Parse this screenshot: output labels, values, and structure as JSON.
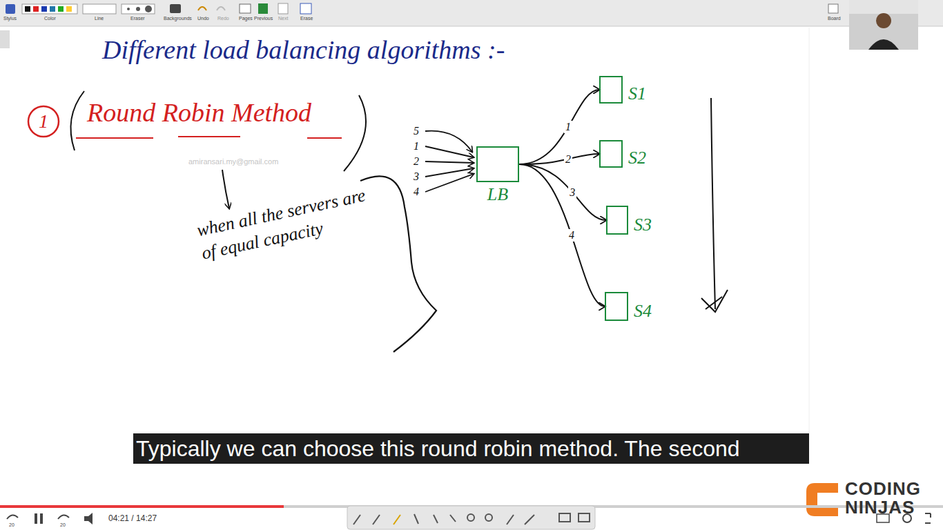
{
  "diagram": {
    "title": "Different load balancing algorithms :-",
    "caption": "Typically we can choose this round robin method. The second",
    "nodes": [
      {
        "text": [
          "LB"
        ]
      },
      {
        "text": [
          "S1"
        ]
      },
      {
        "text": [
          "S2"
        ]
      },
      {
        "text": [
          "S3"
        ]
      },
      {
        "text": [
          "S4"
        ]
      }
    ],
    "edges": [
      {
        "from": 0,
        "to": 1,
        "arrow": "to",
        "label": "1"
      },
      {
        "from": 0,
        "to": 2,
        "arrow": "to",
        "label": "2"
      },
      {
        "from": 0,
        "to": 3,
        "arrow": "to",
        "label": "3"
      },
      {
        "from": 0,
        "to": 4,
        "arrow": "to",
        "label": "4"
      }
    ],
    "labels": [
      "1",
      "Round Robin Method",
      "amiransari.my@gmail.com",
      "when all the servers are of equal capacity",
      "5",
      "1",
      "2",
      "3",
      "4",
      "Stylus",
      "Color",
      "Line",
      "Eraser",
      "Backgrounds",
      "Undo",
      "Redo",
      "Pages",
      "Previous",
      "Next",
      "Erase",
      "Board",
      "04:21 / 14:27",
      "CODING",
      "NINJAS",
      "20",
      "20"
    ]
  }
}
